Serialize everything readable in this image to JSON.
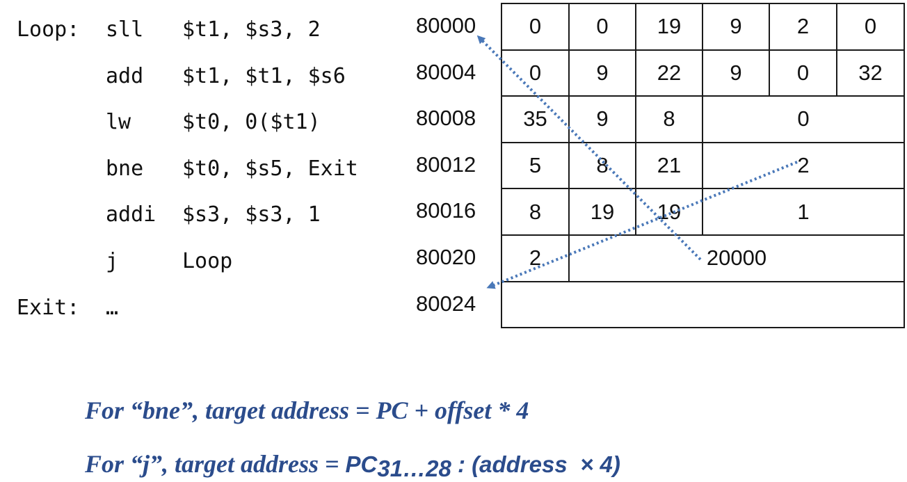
{
  "code": [
    {
      "label": "Loop:",
      "op": "sll",
      "args": "$t1, $s3, 2",
      "address": "80000"
    },
    {
      "label": "",
      "op": "add",
      "args": "$t1, $t1, $s6",
      "address": "80004"
    },
    {
      "label": "",
      "op": "lw",
      "args": "$t0, 0($t1)",
      "address": "80008"
    },
    {
      "label": "",
      "op": "bne",
      "args": "$t0, $s5, Exit",
      "address": "80012"
    },
    {
      "label": "",
      "op": "addi",
      "args": "$s3, $s3, 1",
      "address": "80016"
    },
    {
      "label": "",
      "op": "j",
      "args": "Loop",
      "address": "80020"
    },
    {
      "label": "Exit:",
      "op": "…",
      "args": "",
      "address": "80024"
    }
  ],
  "machine_code": [
    [
      "0",
      "0",
      "19",
      "9",
      "2",
      "0"
    ],
    [
      "0",
      "9",
      "22",
      "9",
      "0",
      "32"
    ],
    [
      "35",
      "9",
      "8",
      "0"
    ],
    [
      "5",
      "8",
      "21",
      "2"
    ],
    [
      "8",
      "19",
      "19",
      "1"
    ],
    [
      "2",
      "20000"
    ],
    [
      ""
    ]
  ],
  "formulas": {
    "bne": {
      "text": "For “bne”, target address = PC + offset * 4"
    },
    "j": {
      "prefix": "For “j”, target address = ",
      "pc": "PC",
      "pc_sub": "31…28",
      "suffix": " : (address  × 4)"
    }
  },
  "colors": {
    "text": "#111111",
    "grid": "#1a1a1a",
    "arrow": "#4a78b8",
    "formula": "#2b4c8c"
  }
}
